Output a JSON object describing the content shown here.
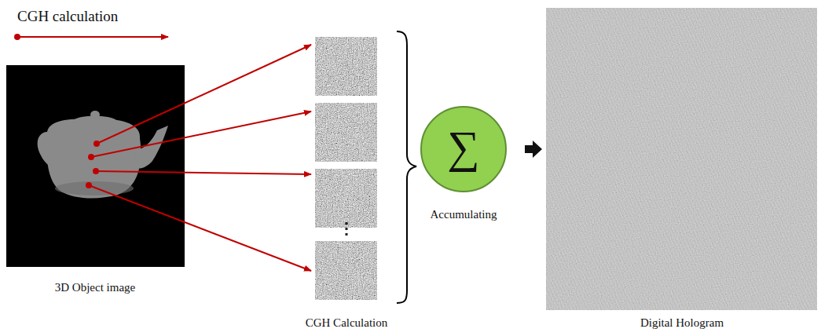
{
  "diagram": {
    "nodes": [
      {
        "text": [
          "∑",
          "Accumulating"
        ]
      }
    ],
    "labels": [
      "CGH calculation",
      "3D Object image",
      "CGH Calculation",
      "Digital Hologram"
    ]
  }
}
